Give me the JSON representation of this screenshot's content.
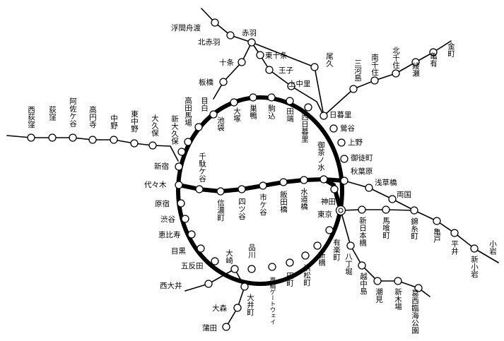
{
  "stations": [
    {
      "name": "浮間舟渡"
    },
    {
      "name": "赤羽"
    },
    {
      "name": "北赤羽"
    },
    {
      "name": "十条"
    },
    {
      "name": "東十条"
    },
    {
      "name": "板橋"
    },
    {
      "name": "王子"
    },
    {
      "name": "上中里"
    },
    {
      "name": "尾久"
    },
    {
      "name": "金町"
    },
    {
      "name": "亀有"
    },
    {
      "name": "綾瀬"
    },
    {
      "name": "北千住"
    },
    {
      "name": "南千住"
    },
    {
      "name": "三河島"
    },
    {
      "name": "日暮里"
    },
    {
      "name": "西日暮里"
    },
    {
      "name": "田端"
    },
    {
      "name": "駒込"
    },
    {
      "name": "巣鴨"
    },
    {
      "name": "大塚"
    },
    {
      "name": "池袋"
    },
    {
      "name": "目白"
    },
    {
      "name": "高田馬場"
    },
    {
      "name": "新大久保"
    },
    {
      "name": "新宿"
    },
    {
      "name": "代々木"
    },
    {
      "name": "原宿"
    },
    {
      "name": "渋谷"
    },
    {
      "name": "恵比寿"
    },
    {
      "name": "目黒"
    },
    {
      "name": "五反田"
    },
    {
      "name": "大崎"
    },
    {
      "name": "品川"
    },
    {
      "name": "高輪ゲートウェイ"
    },
    {
      "name": "田町"
    },
    {
      "name": "浜松町"
    },
    {
      "name": "新橋"
    },
    {
      "name": "有楽町"
    },
    {
      "name": "東京"
    },
    {
      "name": "神田"
    },
    {
      "name": "秋葉原"
    },
    {
      "name": "御徒町"
    },
    {
      "name": "上野"
    },
    {
      "name": "鶯谷"
    },
    {
      "name": "西荻窪"
    },
    {
      "name": "荻窪"
    },
    {
      "name": "阿佐ケ谷"
    },
    {
      "name": "高円寺"
    },
    {
      "name": "中野"
    },
    {
      "name": "東中野"
    },
    {
      "name": "大久保"
    },
    {
      "name": "千駄ケ谷"
    },
    {
      "name": "信濃町"
    },
    {
      "name": "四ツ谷"
    },
    {
      "name": "市ケ谷"
    },
    {
      "name": "飯田橋"
    },
    {
      "name": "水道橋"
    },
    {
      "name": "御茶ノ水"
    },
    {
      "name": "浅草橋"
    },
    {
      "name": "両国"
    },
    {
      "name": "錦糸町"
    },
    {
      "name": "亀戸"
    },
    {
      "name": "平井"
    },
    {
      "name": "新小岩"
    },
    {
      "name": "小岩"
    },
    {
      "name": "馬喰町"
    },
    {
      "name": "新日本橋"
    },
    {
      "name": "八丁堀"
    },
    {
      "name": "越中島"
    },
    {
      "name": "潮見"
    },
    {
      "name": "新木場"
    },
    {
      "name": "葛西臨海公園"
    },
    {
      "name": "西大井"
    },
    {
      "name": "大井町"
    },
    {
      "name": "大森"
    },
    {
      "name": "蒲田"
    }
  ]
}
